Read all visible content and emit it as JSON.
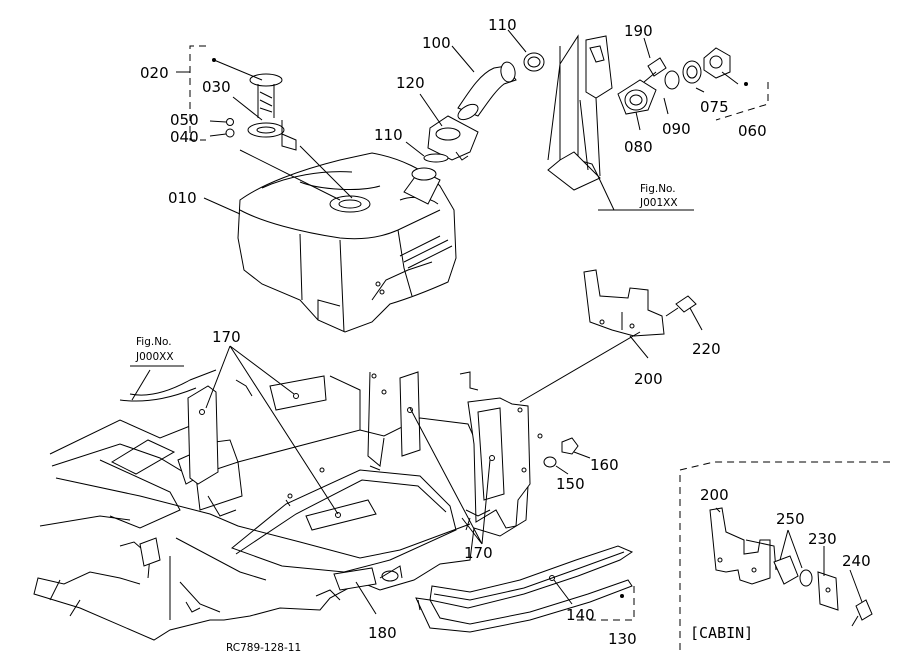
{
  "labels": {
    "p010": "010",
    "p020": "020",
    "p030": "030",
    "p040": "040",
    "p050": "050",
    "p060": "060",
    "p075": "075",
    "p080": "080",
    "p090": "090",
    "p100": "100",
    "p110a": "110",
    "p110b": "110",
    "p120": "120",
    "p130": "130",
    "p140": "140",
    "p150": "150",
    "p160": "160",
    "p170a": "170",
    "p170b": "170",
    "p180": "180",
    "p190": "190",
    "p200a": "200",
    "p200b": "200",
    "p220": "220",
    "p230": "230",
    "p240": "240",
    "p250": "250"
  },
  "refs": {
    "fig_a_title": "Fig.No.",
    "fig_a_code": "J001XX",
    "fig_b_title": "Fig.No.",
    "fig_b_code": "J000XX"
  },
  "inset": {
    "caption": "[CABIN]"
  },
  "footer": {
    "code": "RC789-128-11"
  }
}
